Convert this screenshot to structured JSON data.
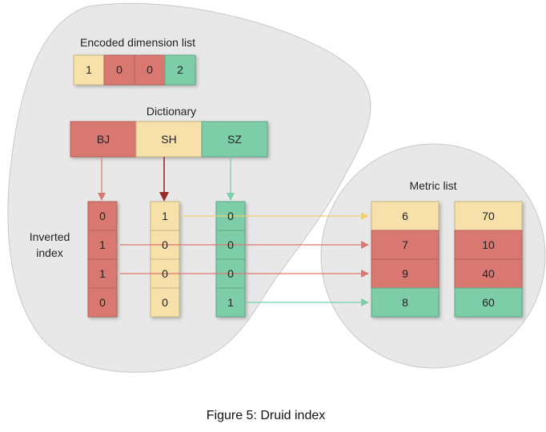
{
  "colors": {
    "red": "#d9786f",
    "yellow": "#f8e0ab",
    "green": "#7ccda8",
    "blob": "#e8e8e8",
    "arrow_red": "#a93a35",
    "arrow_yellow": "#f2cf70",
    "arrow_green": "#7ccda8",
    "arrow_dark_red": "#9b2b25"
  },
  "encoded": {
    "title": "Encoded dimension list",
    "values": [
      "1",
      "0",
      "0",
      "2"
    ],
    "colors": [
      "yellow",
      "red",
      "red",
      "green"
    ]
  },
  "dictionary": {
    "title": "Dictionary",
    "entries": [
      "BJ",
      "SH",
      "SZ"
    ],
    "colors": [
      "red",
      "yellow",
      "green"
    ]
  },
  "inverted_index": {
    "label_line1": "Inverted",
    "label_line2": "index",
    "columns": [
      {
        "values": [
          "0",
          "1",
          "1",
          "0"
        ],
        "color": "red"
      },
      {
        "values": [
          "1",
          "0",
          "0",
          "0"
        ],
        "color": "yellow"
      },
      {
        "values": [
          "0",
          "0",
          "0",
          "1"
        ],
        "color": "green"
      }
    ]
  },
  "metric_list": {
    "title": "Metric list",
    "columns": [
      {
        "values": [
          "6",
          "7",
          "9",
          "8"
        ],
        "colors": [
          "yellow",
          "red",
          "red",
          "green"
        ]
      },
      {
        "values": [
          "70",
          "10",
          "40",
          "60"
        ],
        "colors": [
          "yellow",
          "red",
          "red",
          "green"
        ]
      }
    ]
  },
  "caption": "Figure 5: Druid index"
}
